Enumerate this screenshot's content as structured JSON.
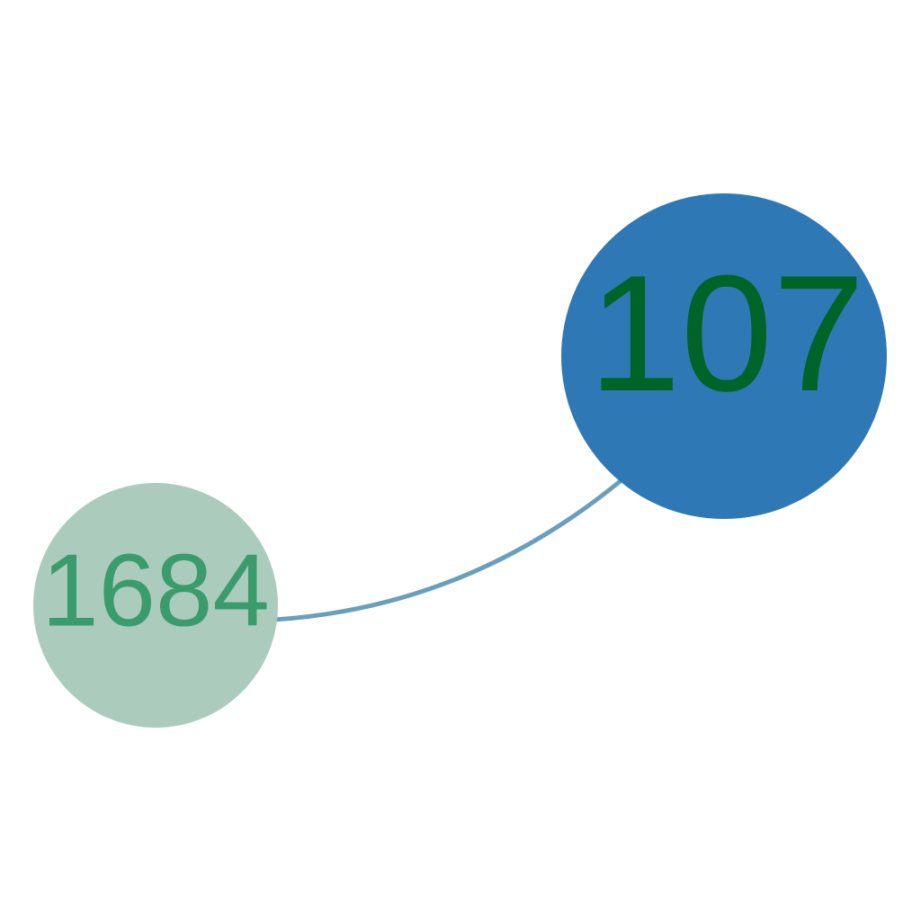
{
  "nodes": [
    {
      "id": "n107",
      "label": "107",
      "fill": "#2e79b5",
      "text_color": "#006428"
    },
    {
      "id": "n1684",
      "label": "1684",
      "fill": "#abcbbc",
      "text_color": "#3a9c6c"
    }
  ],
  "edges": [
    {
      "from": "n1684",
      "to": "n107",
      "color": "#6a9fbb"
    }
  ]
}
